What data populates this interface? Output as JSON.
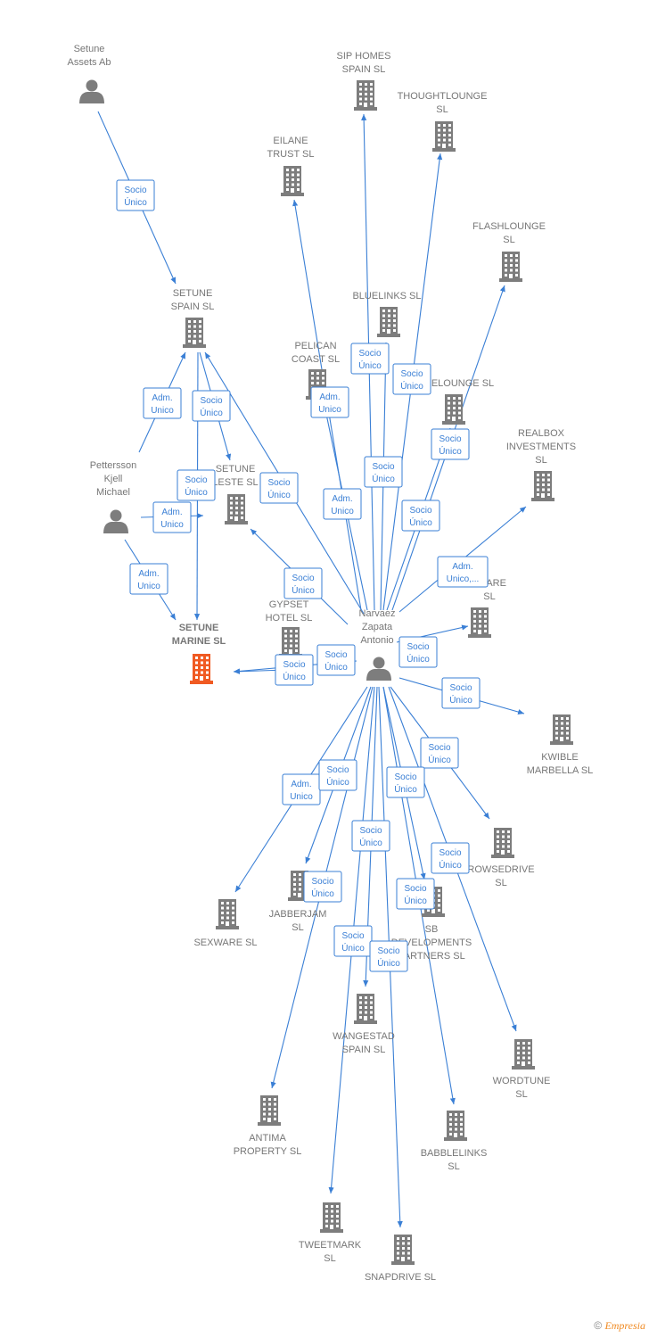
{
  "nodes": [
    {
      "id": "setune_assets",
      "kind": "person",
      "label": [
        "Setune",
        "Assets Ab"
      ]
    },
    {
      "id": "sip_homes",
      "kind": "company",
      "label": [
        "SIP HOMES",
        "SPAIN  SL"
      ]
    },
    {
      "id": "thoughtlounge",
      "kind": "company",
      "label": [
        "THOUGHTLOUNGE",
        "SL"
      ]
    },
    {
      "id": "eilane",
      "kind": "company",
      "label": [
        "EILANE",
        "TRUST  SL"
      ]
    },
    {
      "id": "flashlounge",
      "kind": "company",
      "label": [
        "FLASHLOUNGE",
        "SL"
      ]
    },
    {
      "id": "setune_spain",
      "kind": "company",
      "label": [
        "SETUNE",
        "SPAIN  SL"
      ]
    },
    {
      "id": "bluelinks",
      "kind": "company",
      "label": [
        "BLUELINKS  SL"
      ]
    },
    {
      "id": "pelican",
      "kind": "company",
      "label": [
        "PELICAN",
        "COAST SL"
      ]
    },
    {
      "id": "elounge",
      "kind": "company",
      "label": [
        "ELOUNGE SL"
      ]
    },
    {
      "id": "realbox",
      "kind": "company",
      "label": [
        "REALBOX",
        "INVESTMENTS",
        "SL"
      ]
    },
    {
      "id": "pettersson",
      "kind": "person",
      "label": [
        "Pettersson",
        "Kjell",
        "Michael"
      ]
    },
    {
      "id": "setune_leste",
      "kind": "company",
      "label": [
        "SETUNE",
        "LESTE  SL"
      ]
    },
    {
      "id": "share",
      "kind": "company",
      "label": [
        "SHARE",
        "SL"
      ]
    },
    {
      "id": "gypset",
      "kind": "company",
      "label": [
        "GYPSET",
        "HOTEL  SL"
      ]
    },
    {
      "id": "setune_marine",
      "kind": "company",
      "main": true,
      "label": [
        "SETUNE",
        "MARINE  SL"
      ]
    },
    {
      "id": "narvaez",
      "kind": "person",
      "label": [
        "Narvaez",
        "Zapata",
        "Antonio"
      ]
    },
    {
      "id": "kwible",
      "kind": "company",
      "label": [
        "KWIBLE",
        "MARBELLA  SL"
      ]
    },
    {
      "id": "rowsedrive",
      "kind": "company",
      "label": [
        "ROWSEDRIVE",
        "SL"
      ]
    },
    {
      "id": "sexware",
      "kind": "company",
      "label": [
        "SEXWARE SL"
      ]
    },
    {
      "id": "jabberjam",
      "kind": "company",
      "label": [
        "JABBERJAM",
        "SL"
      ]
    },
    {
      "id": "sb_dev",
      "kind": "company",
      "label": [
        "SB",
        "DEVELOPMENTS",
        "PARTNERS  SL"
      ]
    },
    {
      "id": "wangestad",
      "kind": "company",
      "label": [
        "WANGESTAD",
        "SPAIN  SL"
      ]
    },
    {
      "id": "wordtune",
      "kind": "company",
      "label": [
        "WORDTUNE",
        "SL"
      ]
    },
    {
      "id": "antima",
      "kind": "company",
      "label": [
        "ANTIMA",
        "PROPERTY  SL"
      ]
    },
    {
      "id": "babblelinks",
      "kind": "company",
      "label": [
        "BABBLELINKS",
        "SL"
      ]
    },
    {
      "id": "tweetmark",
      "kind": "company",
      "label": [
        "TWEETMARK",
        "SL"
      ]
    },
    {
      "id": "snapdrive",
      "kind": "company",
      "label": [
        "SNAPDRIVE  SL"
      ]
    }
  ],
  "edges": [
    {
      "from": "setune_assets",
      "to": "setune_spain",
      "label": [
        "Socio",
        "Único"
      ]
    },
    {
      "from": "pettersson",
      "to": "setune_spain",
      "label": [
        "Adm.",
        "Unico"
      ]
    },
    {
      "from": "pettersson",
      "to": "setune_leste",
      "label": [
        "Adm.",
        "Unico"
      ]
    },
    {
      "from": "pettersson",
      "to": "setune_marine",
      "label": [
        "Adm.",
        "Unico"
      ]
    },
    {
      "from": "setune_spain",
      "to": "setune_leste",
      "label": [
        "Socio",
        "Único"
      ]
    },
    {
      "from": "setune_spain",
      "to": "setune_marine",
      "label": [
        "Socio",
        "Único"
      ]
    },
    {
      "from": "narvaez",
      "to": "setune_spain",
      "label": [
        "Socio",
        "Único"
      ]
    },
    {
      "from": "narvaez",
      "to": "setune_leste",
      "label": [
        "Socio",
        "Único"
      ]
    },
    {
      "from": "narvaez",
      "to": "setune_marine",
      "label": [
        "Socio",
        "Único"
      ]
    },
    {
      "from": "narvaez",
      "to": "setune_marine",
      "label": [
        "Socio",
        "Único"
      ]
    },
    {
      "from": "narvaez",
      "to": "eilane",
      "label": [
        "Adm.",
        "Unico"
      ]
    },
    {
      "from": "narvaez",
      "to": "sip_homes",
      "label": [
        "Socio",
        "Único"
      ]
    },
    {
      "from": "narvaez",
      "to": "thoughtlounge",
      "label": [
        "Socio",
        "Único"
      ]
    },
    {
      "from": "narvaez",
      "to": "flashlounge",
      "label": [
        "Socio",
        "Único"
      ]
    },
    {
      "from": "narvaez",
      "to": "bluelinks",
      "label": [
        "Socio",
        "Único"
      ]
    },
    {
      "from": "narvaez",
      "to": "pelican",
      "label": [
        "Adm.",
        "Unico"
      ]
    },
    {
      "from": "narvaez",
      "to": "elounge",
      "label": [
        "Socio",
        "Único"
      ]
    },
    {
      "from": "narvaez",
      "to": "realbox",
      "label": [
        "Adm.",
        "Unico,..."
      ]
    },
    {
      "from": "narvaez",
      "to": "share",
      "label": [
        "Socio",
        "Único"
      ]
    },
    {
      "from": "narvaez",
      "to": "kwible",
      "label": [
        "Socio",
        "Único"
      ]
    },
    {
      "from": "narvaez",
      "to": "rowsedrive",
      "label": [
        "Socio",
        "Único"
      ]
    },
    {
      "from": "narvaez",
      "to": "sexware",
      "label": [
        "Adm.",
        "Unico"
      ]
    },
    {
      "from": "narvaez",
      "to": "jabberjam",
      "label": [
        "Socio",
        "Único"
      ]
    },
    {
      "from": "narvaez",
      "to": "sb_dev",
      "label": [
        "Socio",
        "Único"
      ]
    },
    {
      "from": "narvaez",
      "to": "wangestad",
      "label": [
        "Socio",
        "Único"
      ]
    },
    {
      "from": "narvaez",
      "to": "wordtune",
      "label": [
        "Socio",
        "Único"
      ]
    },
    {
      "from": "narvaez",
      "to": "antima",
      "label": [
        "Socio",
        "Único"
      ]
    },
    {
      "from": "narvaez",
      "to": "babblelinks",
      "label": [
        "Socio",
        "Único"
      ]
    },
    {
      "from": "narvaez",
      "to": "tweetmark",
      "label": [
        "Socio",
        "Único"
      ]
    },
    {
      "from": "narvaez",
      "to": "snapdrive",
      "label": [
        "Socio",
        "Único"
      ]
    }
  ],
  "footer": {
    "copyright": "©",
    "brand": "Empresia"
  },
  "colors": {
    "edge": "#3a7fd5",
    "node": "#7d7d7d",
    "main_node": "#f05a22",
    "label": "#777777"
  }
}
